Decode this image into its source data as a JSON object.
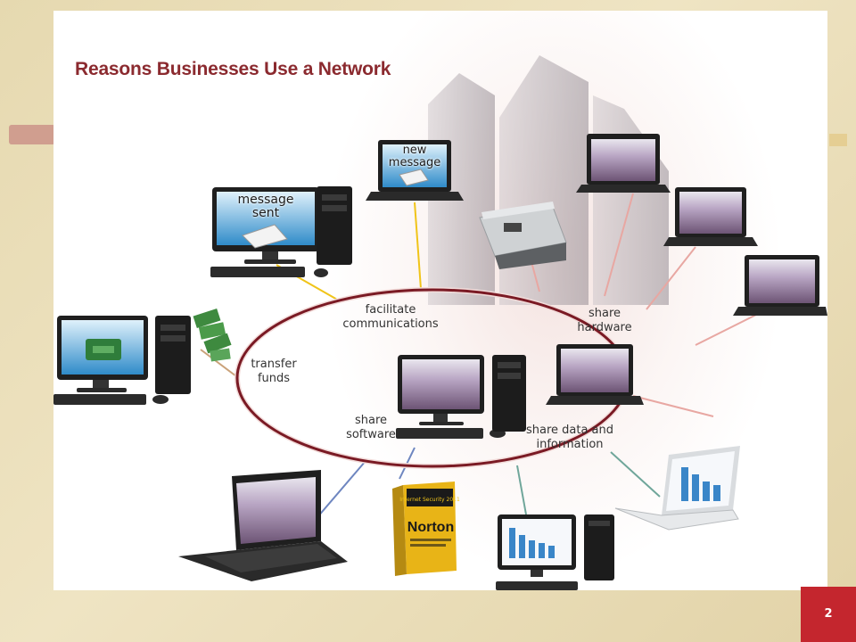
{
  "slide": {
    "title": "Reasons Businesses Use a Network",
    "page_number": "2"
  },
  "labels": {
    "facilitate": "facilitate\ncommunications",
    "hardware": "share\nhardware",
    "funds": "transfer\nfunds",
    "software": "share\nsoftware",
    "data": "share data and\ninformation"
  },
  "screen_texts": {
    "message_sent": "message\nsent",
    "new_message": "new\nmessage"
  },
  "product_box": {
    "brand": "Norton",
    "line": "Internet Security 2011"
  },
  "colors": {
    "title": "#8b2a2f",
    "ellipse": "#7a1a24",
    "link_communications": "#f0c419",
    "link_hardware": "#e8a7a2",
    "link_funds": "#caa27a",
    "link_software": "#6e86c0",
    "link_data": "#6fa69a",
    "page_badge": "#c4262e"
  }
}
